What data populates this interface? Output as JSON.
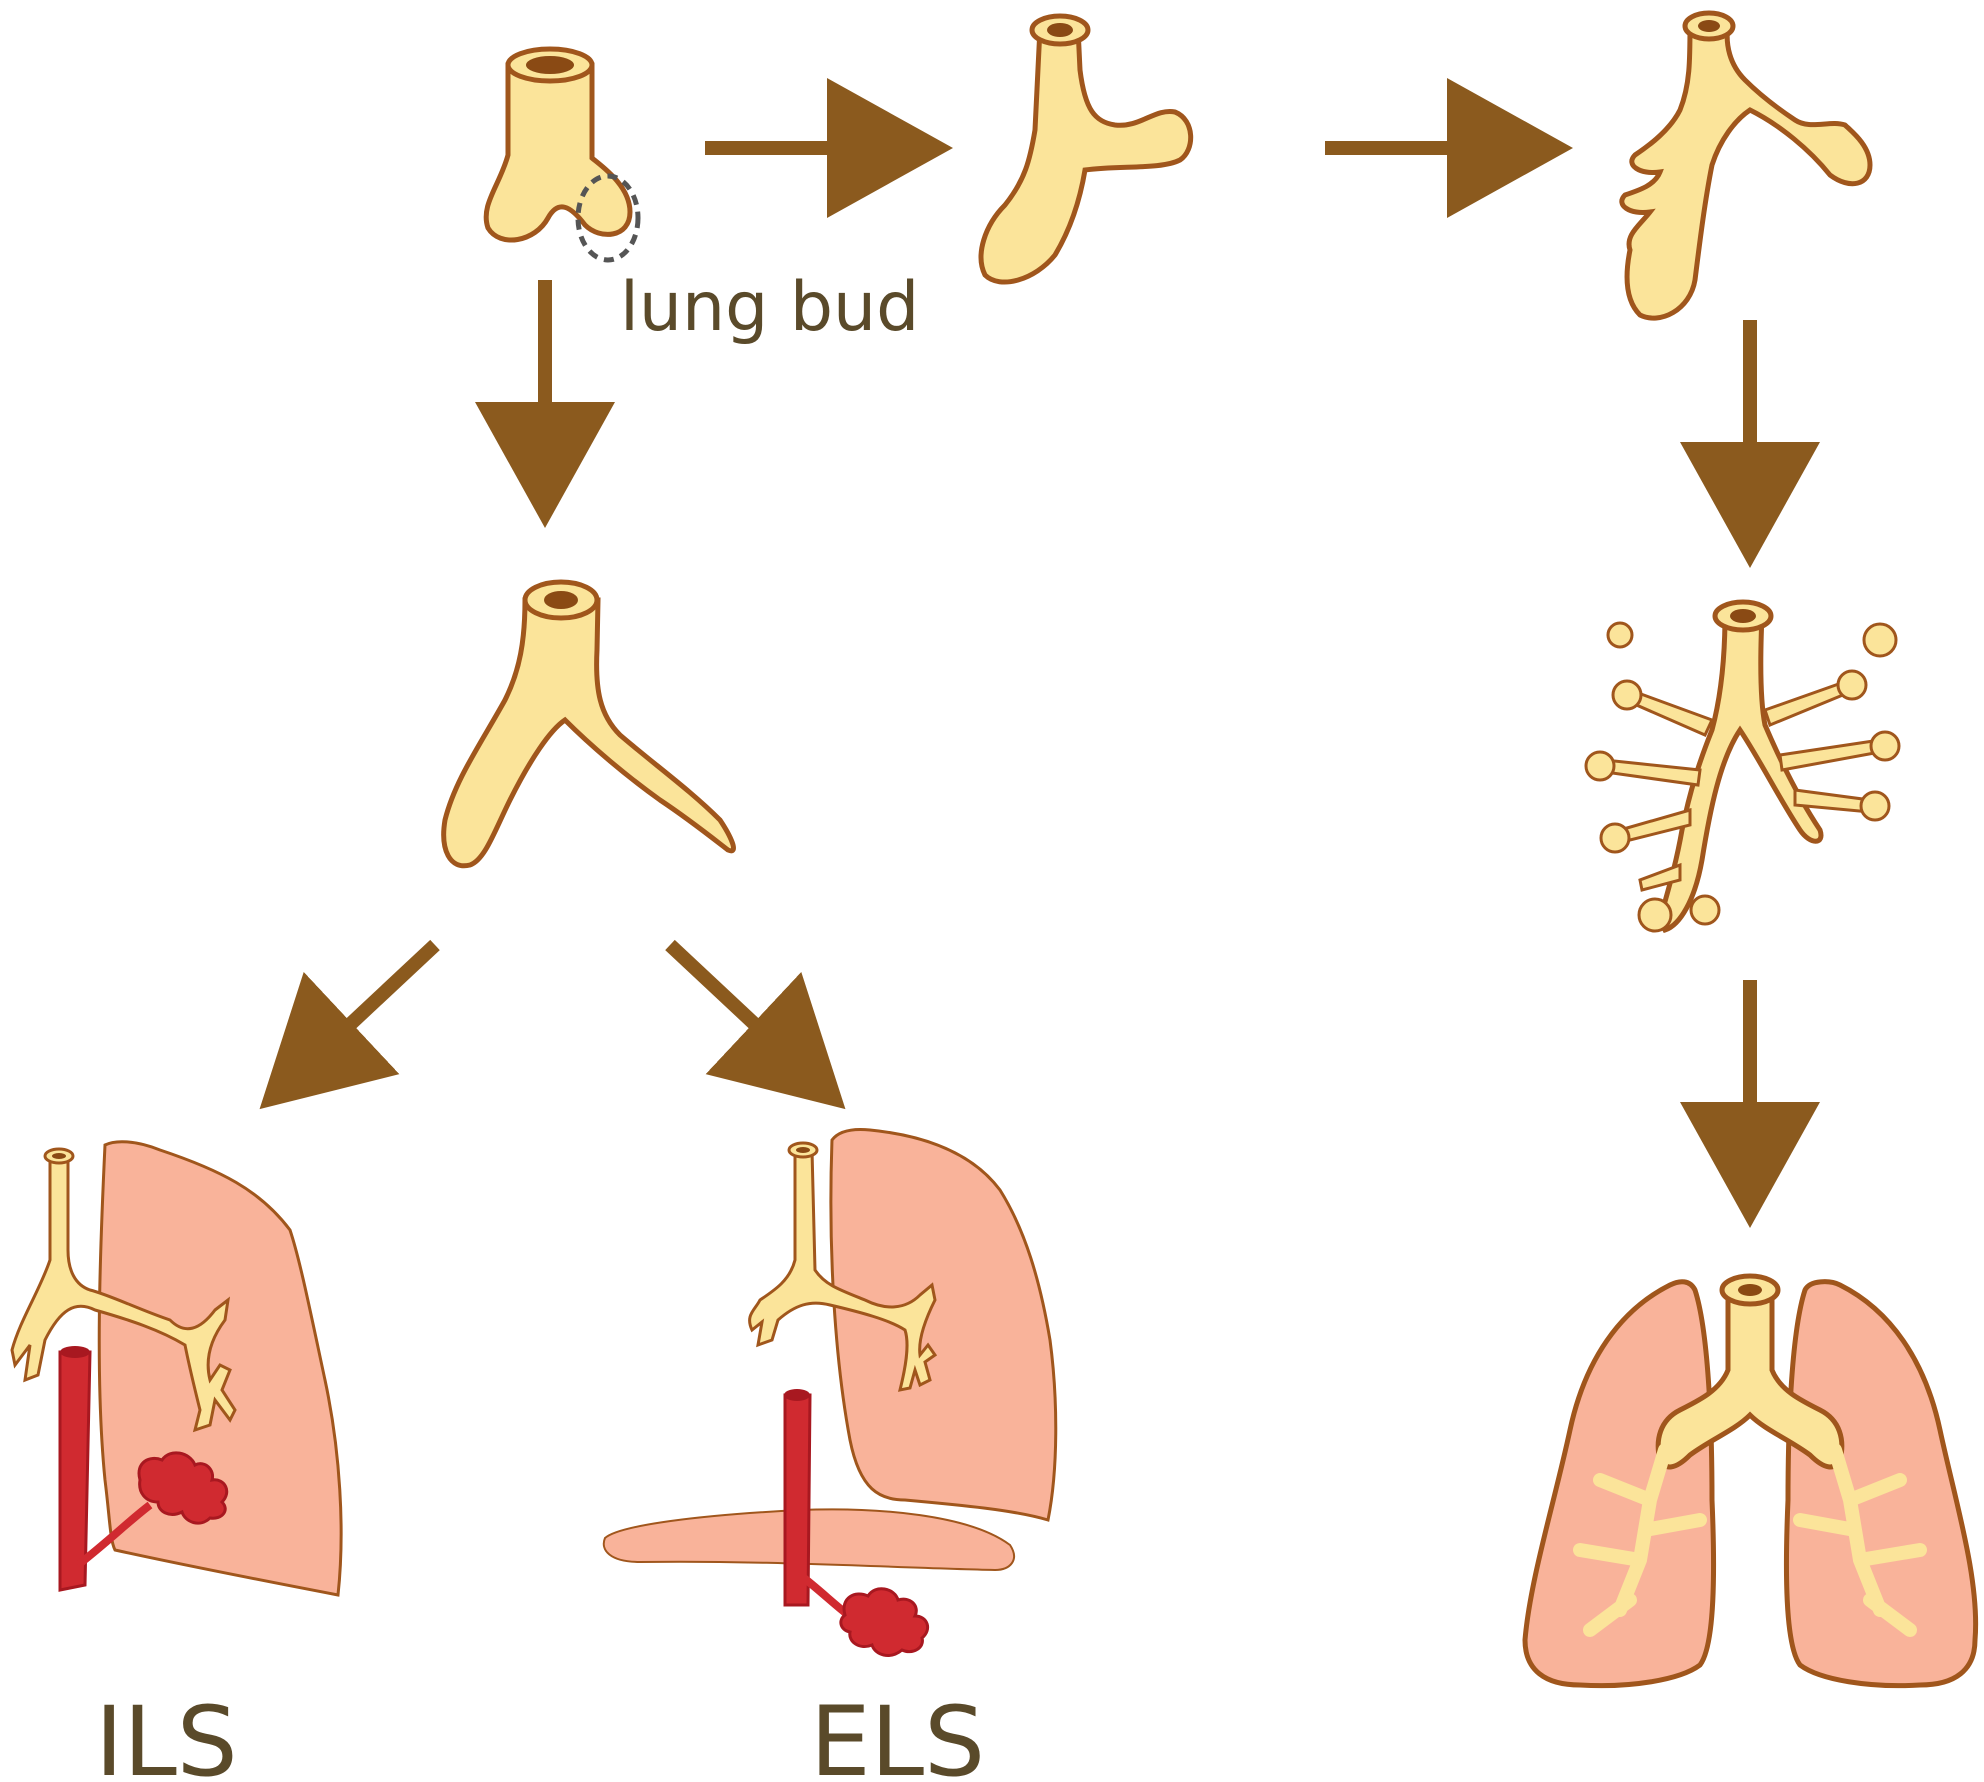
{
  "labels": {
    "lung_bud": "lung bud",
    "ils": "ILS",
    "els": "ELS"
  },
  "colors": {
    "arrow": "#8b5a1e",
    "airway_fill": "#fbe49a",
    "airway_stroke": "#a0561c",
    "lumen": "#8a4a14",
    "lung_fill": "#f9b39a",
    "lung_stroke": "#a0561c",
    "vessel": "#d02a30",
    "vessel_dark": "#a81820",
    "label_text": "#5a4a2a",
    "dashed_circle": "#555555"
  }
}
